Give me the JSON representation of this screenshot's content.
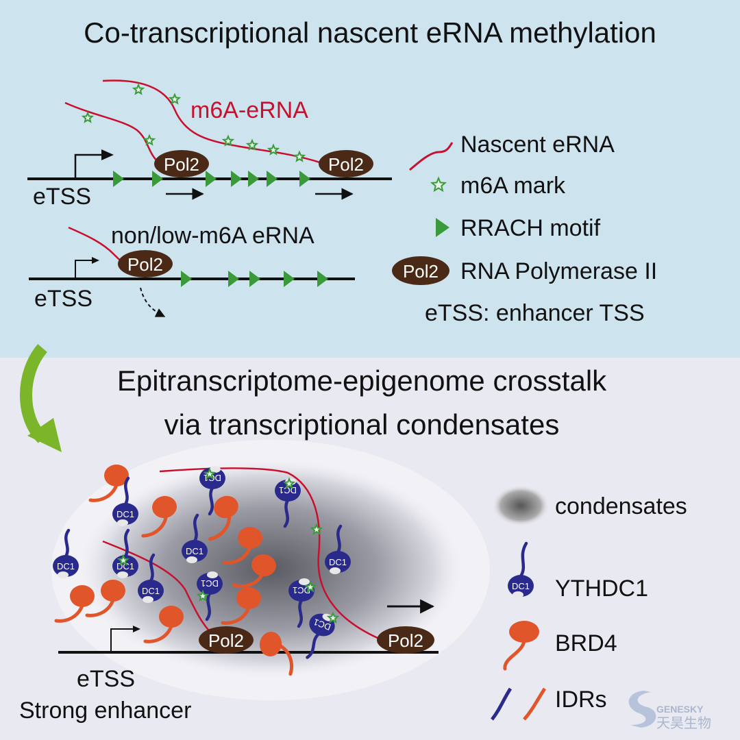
{
  "top_panel": {
    "title": "Co-transcriptional nascent eRNA methylation",
    "m6a_label": "m6A-eRNA",
    "low_label": "non/low-m6A eRNA",
    "pol2": "Pol2",
    "etss": "eTSS",
    "legend": {
      "nascent": "Nascent eRNA",
      "m6a": "m6A mark",
      "rrach": "RRACH motif",
      "pol2_badge": "Pol2",
      "pol2_text": "RNA Polymerase II",
      "etss_def": "eTSS: enhancer TSS"
    }
  },
  "bottom_panel": {
    "title_line1": "Epitranscriptome-epigenome crosstalk",
    "title_line2": "via transcriptional condensates",
    "etss": "eTSS",
    "strong": "Strong enhancer",
    "pol2": "Pol2",
    "dc1": "DC1",
    "legend": {
      "condensates": "condensates",
      "ythdc1": "YTHDC1",
      "brd4": "BRD4",
      "idrs": "IDRs"
    }
  },
  "watermark": {
    "latin": "GENESKY",
    "chinese": "天昊生物"
  },
  "colors": {
    "top_bg": "#cde3ee",
    "bottom_bg": "#e9e9f1",
    "rna": "#c8102e",
    "motif": "#3a9a3a",
    "pol2": "#4a2a16",
    "brd4": "#e0552a",
    "dc1": "#2a2a8c",
    "arrow": "#7ab52a"
  }
}
